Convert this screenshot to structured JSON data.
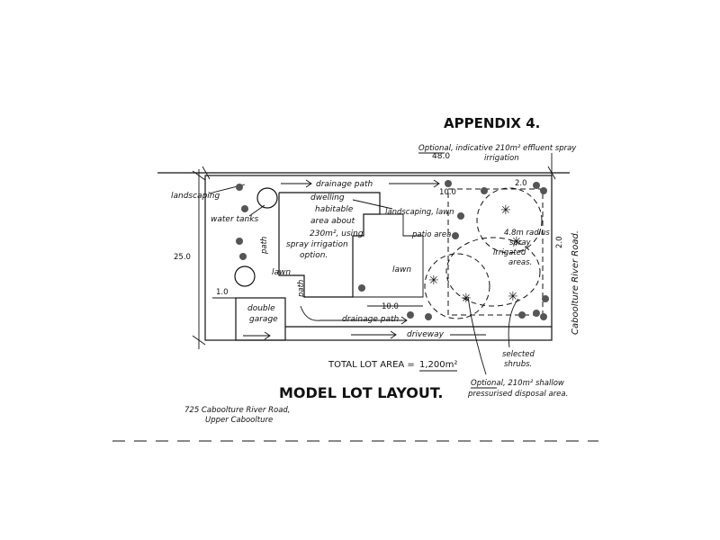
{
  "appendix": "APPENDIX 4.",
  "title": "MODEL LOT LAYOUT.",
  "address": {
    "line1": "725 Caboolture River Road,",
    "line2": "Upper Caboolture"
  },
  "dimensions": {
    "width": "48.0",
    "depth": "25.0",
    "setback_left": "1.0",
    "house_setback": "10.0",
    "garden_setback": "10.0",
    "right_top": "2.0",
    "right_side": "2.0"
  },
  "total_area": {
    "prefix": "TOTAL LOT AREA =",
    "value": "1,200m²"
  },
  "road": "Caboolture River Road.",
  "labels": {
    "optional_spray_1": "Optional, indicative 210m² effluent spray",
    "optional_spray_2": "irrigation",
    "landscaping": "landscaping",
    "water_tanks": "water tanks",
    "drainage_path_top": "drainage path",
    "dwelling_1": "dwelling",
    "dwelling_2": "habitable",
    "dwelling_3": "area about",
    "dwelling_4": "230m², using",
    "dwelling_5": "spray irrigation",
    "dwelling_6": "option.",
    "landscaping_lawn": "landscaping, lawn",
    "patio": "patio area",
    "lawn_left": "lawn",
    "lawn_mid": "lawn",
    "path_left": "path",
    "path_mid": "path",
    "garage_1": "double",
    "garage_2": "garage",
    "drainage_path_bottom": "drainage path",
    "driveway": "driveway",
    "radius_1": "4.8m radius",
    "radius_2": "spray",
    "radius_3": "irrigated",
    "radius_4": "areas.",
    "shrubs_1": "selected",
    "shrubs_2": "shrubs.",
    "shallow_1": "Optional, 210m² shallow",
    "shallow_2": "pressurised disposal area."
  }
}
